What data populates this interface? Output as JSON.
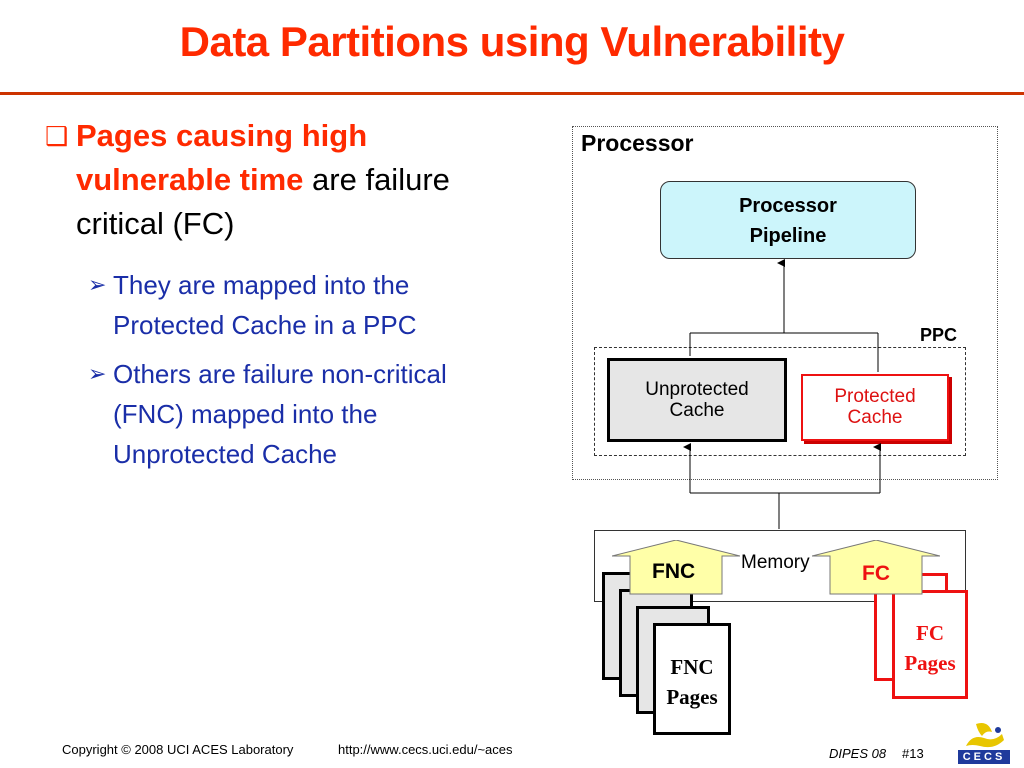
{
  "title": "Data Partitions using Vulnerability",
  "bullets": {
    "main": {
      "marker": "❑",
      "emphasis": "Pages causing high vulnerable time",
      "rest": " are failure critical (FC)"
    },
    "sub": [
      {
        "marker": "➢",
        "text": "They are mapped into the Protected Cache in a PPC"
      },
      {
        "marker": "➢",
        "text": "Others are failure non-critical (FNC) mapped into the Unprotected Cache"
      }
    ]
  },
  "diagram": {
    "processor_label": "Processor",
    "pipeline_line1": "Processor",
    "pipeline_line2": "Pipeline",
    "ppc_label": "PPC",
    "unprotected_line1": "Unprotected",
    "unprotected_line2": "Cache",
    "protected_line1": "Protected",
    "protected_line2": "Cache",
    "memory_label": "Memory",
    "fnc_arrow_label": "FNC",
    "fc_arrow_label": "FC",
    "fnc_pages_line1": "FNC",
    "fnc_pages_line2": "Pages",
    "fc_pages_line1": "FC",
    "fc_pages_line2": "Pages"
  },
  "footer": {
    "copyright": "Copyright © 2008  UCI ACES Laboratory",
    "url": "http://www.cecs.uci.edu/~aces",
    "event": "DIPES 08",
    "slide_number": "#13",
    "logo_text": "CECS"
  },
  "colors": {
    "title": "#ff2a00",
    "subtext": "#1a2ea8",
    "pipeline_fill": "#ccf5fb",
    "arrow_fill": "#ffffa8",
    "protected_red": "#ee1111"
  }
}
